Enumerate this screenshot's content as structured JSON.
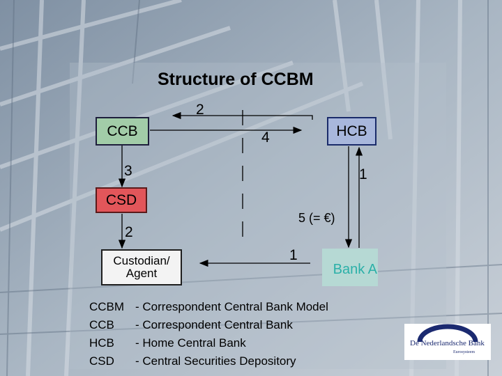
{
  "title": "Structure of CCBM",
  "entities": {
    "ccb": "CCB",
    "hcb": "HCB",
    "csd": "CSD",
    "custodian": "Custodian/ Agent",
    "bank_a": "Bank A"
  },
  "step_labels": {
    "ccb_to_hcb_top": "2",
    "hcb_to_ccb": "4",
    "ccb_to_csd": "3",
    "hcb_down": "1",
    "payment": "5 (= €)",
    "csd_to_custodian": "2",
    "bank_a_to_custodian": "1"
  },
  "legend": [
    {
      "abbr": "CCBM",
      "text": "- Correspondent Central Bank Model"
    },
    {
      "abbr": "CCB",
      "text": "- Correspondent Central Bank"
    },
    {
      "abbr": "HCB",
      "text": "- Home Central Bank"
    },
    {
      "abbr": "CSD",
      "text": "- Central Securities Depository"
    }
  ],
  "logo": {
    "name": "De Nederlandsche Bank",
    "subtitle": "Eurosysteem"
  },
  "colors": {
    "ccb_box": "#a2cca8",
    "hcb_box": "#a8b7dc",
    "csd_box": "#e2565a",
    "custodian_box": "#f3f3f3",
    "bank_a_box": "#b6d9d4",
    "bank_a_text": "#2bb0a8",
    "logo_blue": "#1b2a70"
  }
}
